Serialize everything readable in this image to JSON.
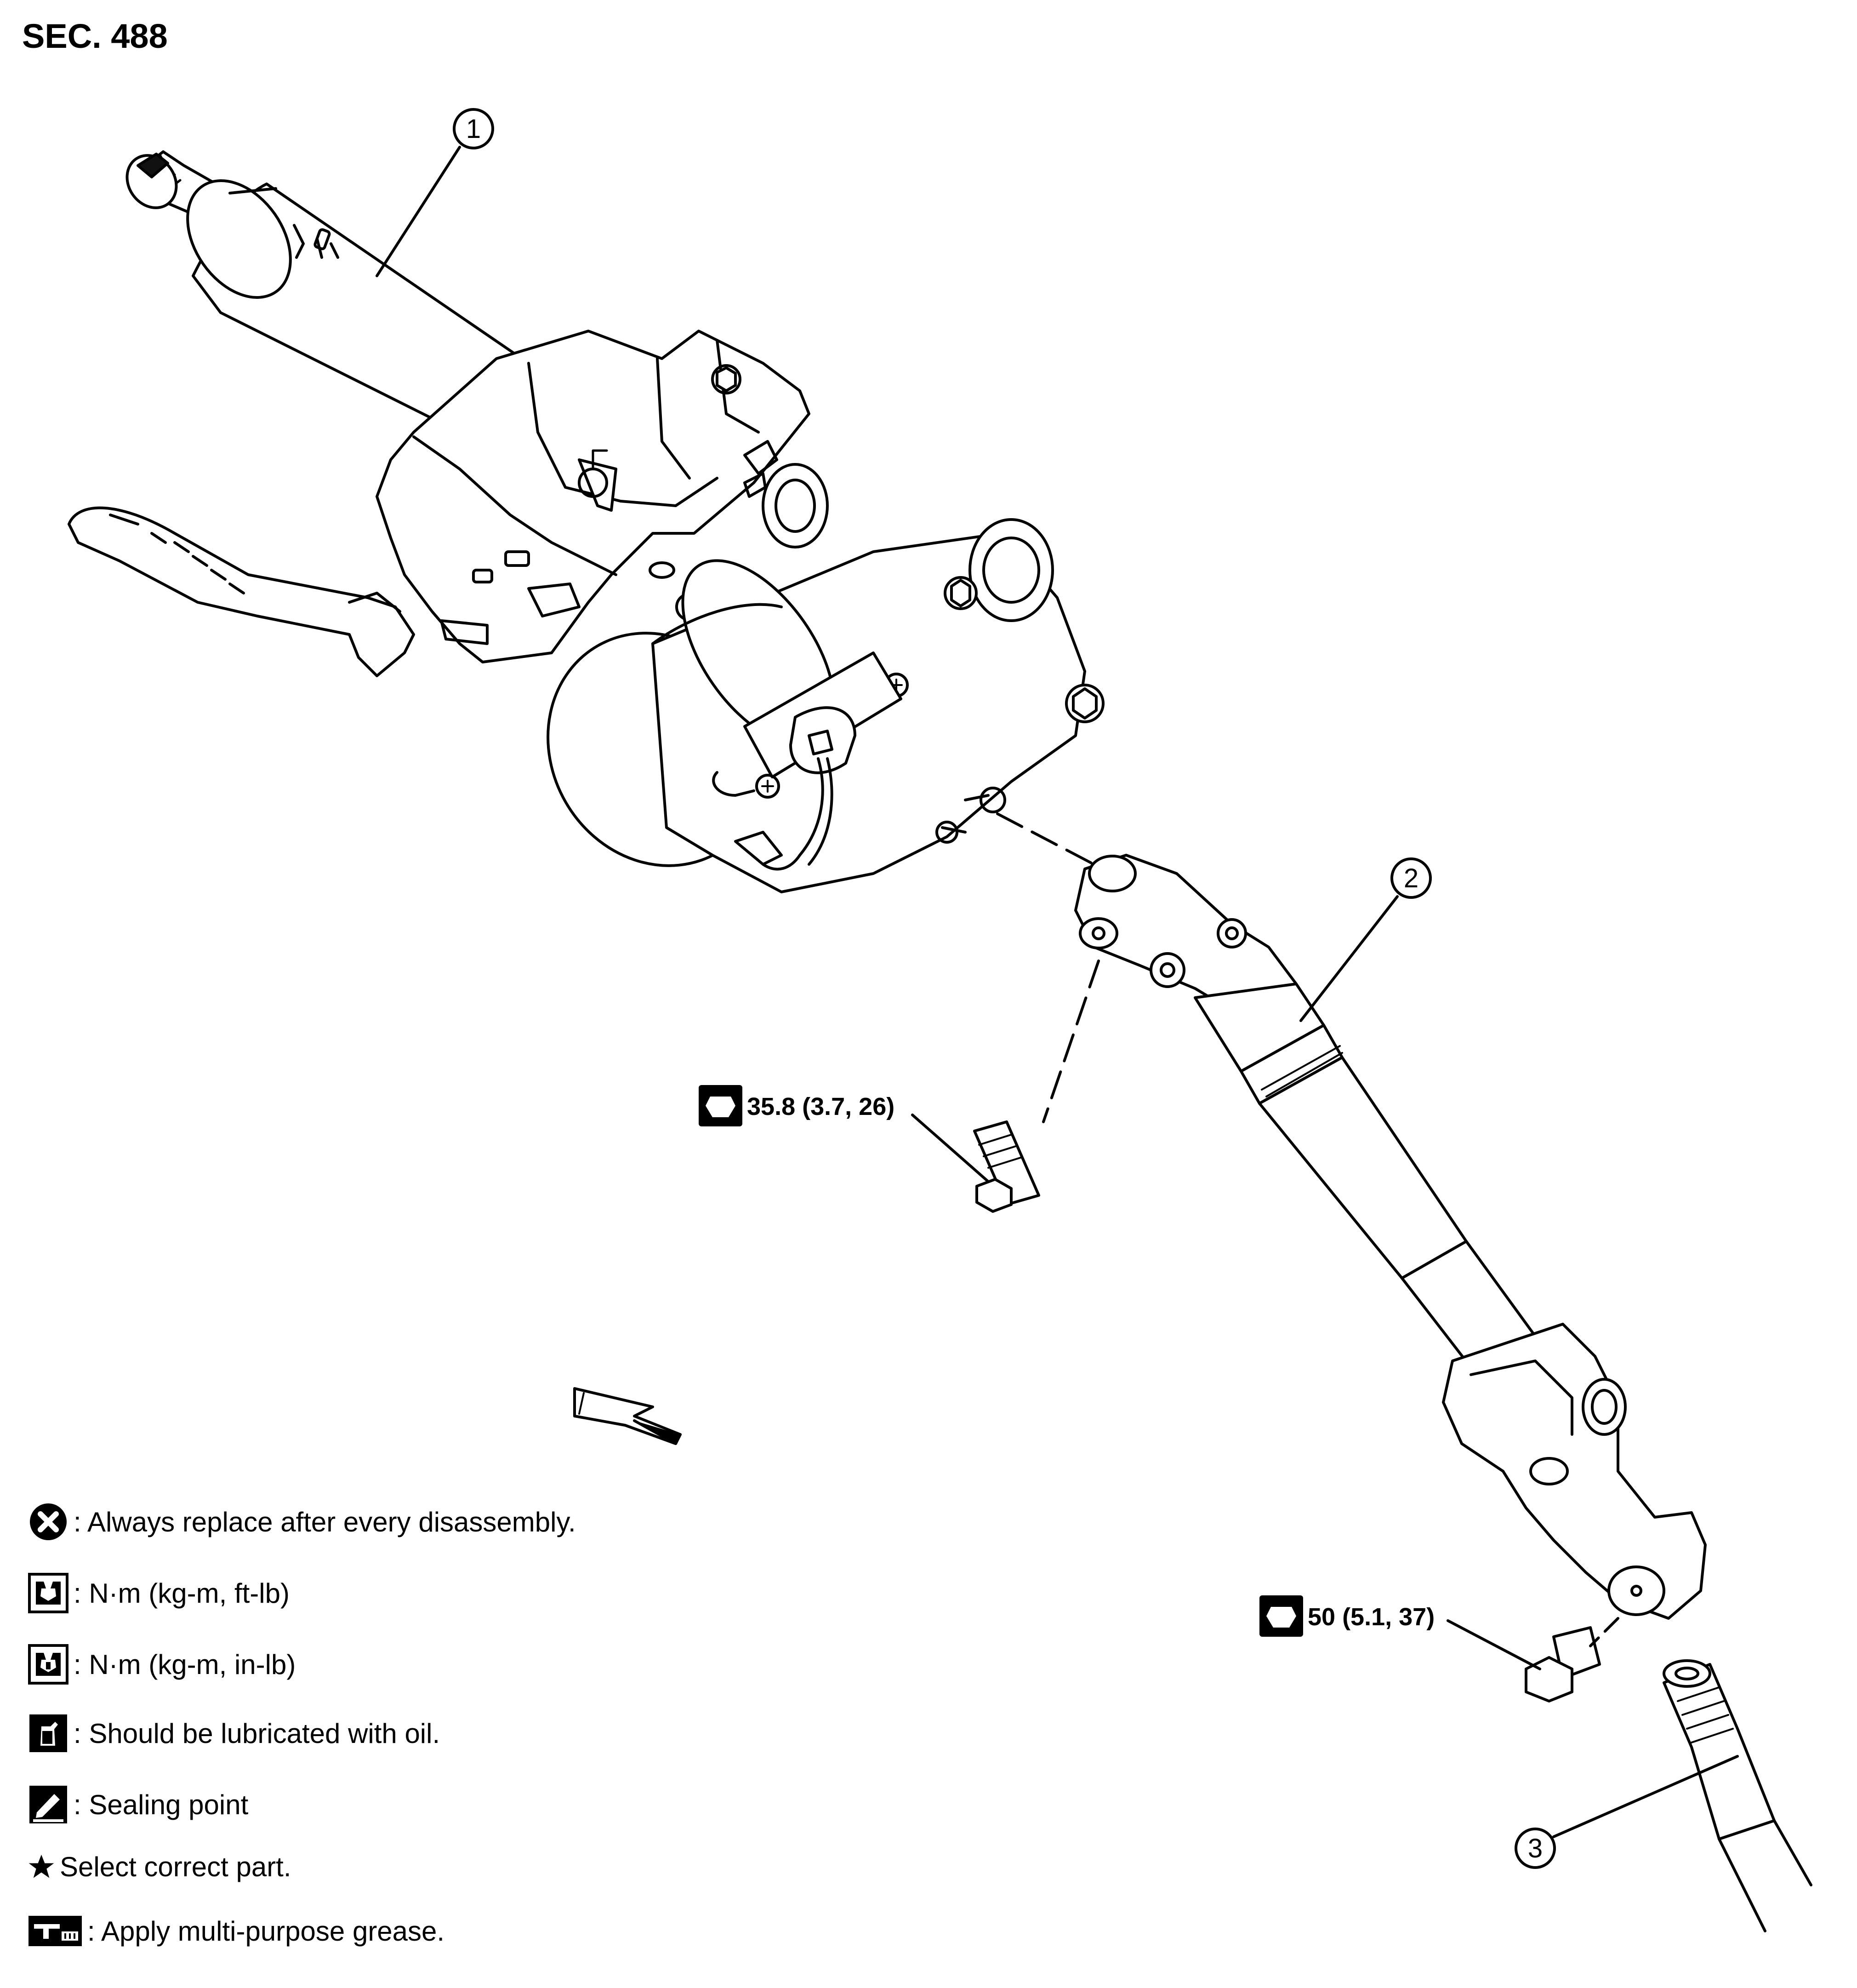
{
  "header": {
    "section": "SEC. 488"
  },
  "callouts": [
    {
      "id": "1"
    },
    {
      "id": "2"
    },
    {
      "id": "3"
    }
  ],
  "torque_specs": [
    {
      "label": "35.8 (3.7, 26)"
    },
    {
      "label": "50 (5.1, 37)"
    }
  ],
  "legend": [
    {
      "icon": "always-replace-icon",
      "text": ": Always replace after every disassembly."
    },
    {
      "icon": "torque-ft-lb-icon",
      "text": ": N·m (kg-m, ft-lb)"
    },
    {
      "icon": "torque-in-lb-icon",
      "text": ": N·m (kg-m, in-lb)"
    },
    {
      "icon": "oil-lubricate-icon",
      "text": ": Should be lubricated with oil."
    },
    {
      "icon": "sealing-point-icon",
      "text": ": Sealing point"
    },
    {
      "icon": "star-icon",
      "text": "Select correct part."
    },
    {
      "icon": "grease-icon",
      "text": ": Apply multi-purpose grease."
    }
  ]
}
